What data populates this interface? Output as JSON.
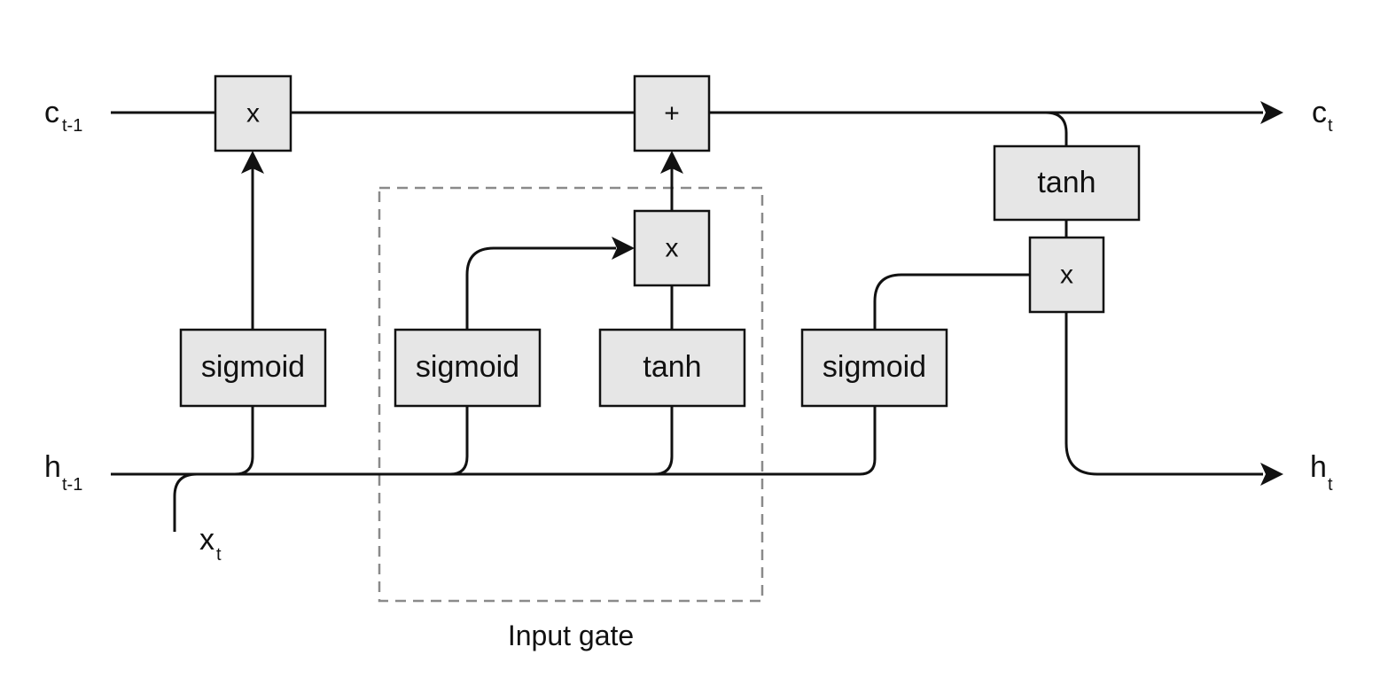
{
  "labels": {
    "c_prev": {
      "base": "c",
      "sub": "t-1"
    },
    "c_next": {
      "base": "c",
      "sub": "t"
    },
    "h_prev": {
      "base": "h",
      "sub": "t-1"
    },
    "h_next": {
      "base": "h",
      "sub": "t"
    },
    "x_in": {
      "base": "x",
      "sub": "t"
    }
  },
  "nodes": {
    "forget_mult": "x",
    "cell_add": "+",
    "input_mult": "x",
    "output_mult": "x",
    "cell_tanh": "tanh",
    "forget_sigmoid": "sigmoid",
    "input_sigmoid": "sigmoid",
    "input_tanh": "tanh",
    "output_sigmoid": "sigmoid"
  },
  "input_gate_caption": "Input gate"
}
